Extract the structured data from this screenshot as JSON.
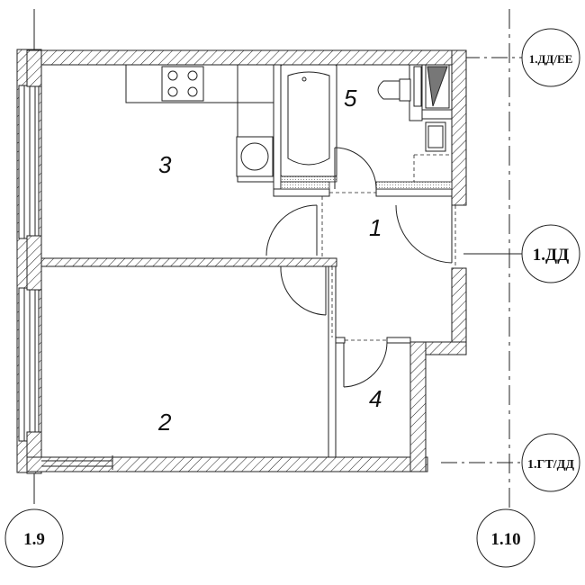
{
  "rooms": [
    {
      "id": "1",
      "label": "1"
    },
    {
      "id": "2",
      "label": "2"
    },
    {
      "id": "3",
      "label": "3"
    },
    {
      "id": "4",
      "label": "4"
    },
    {
      "id": "5",
      "label": "5"
    }
  ],
  "axes": {
    "a_dd_ee": "1.ДД/ЕЕ",
    "a_dd": "1.ДД",
    "a_gt_dd": "1.ГТ/ДД",
    "a_1_9": "1.9",
    "a_1_10": "1.10"
  }
}
